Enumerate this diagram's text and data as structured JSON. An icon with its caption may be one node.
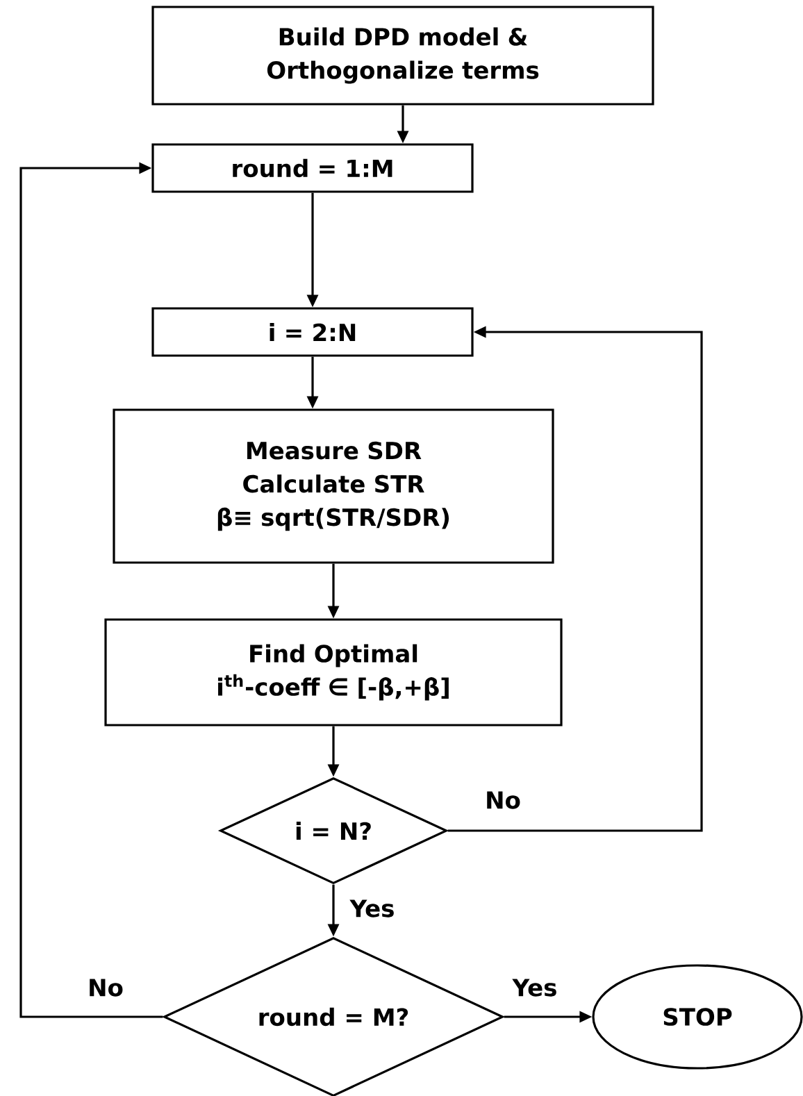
{
  "diagram": {
    "nodes": [
      {
        "text": [
          "Build DPD model & Orthogonalize terms"
        ]
      },
      {
        "text": [
          "round = 1:M"
        ]
      },
      {
        "text": [
          "i = 2:N"
        ]
      },
      {
        "text": [
          "Measure SDR",
          "Calculate STR",
          "β≡ sqrt(STR/SDR)"
        ]
      },
      {
        "text": [
          "Find Optimal",
          "i$^{th}$-coeff ∈ [-β,+β]"
        ]
      },
      {
        "text": [
          "i = N?"
        ]
      },
      {
        "text": [
          "round = M?"
        ]
      },
      {
        "text": [
          "STOP"
        ]
      }
    ],
    "edges": [
      {
        "from": 0,
        "to": 1,
        "arrow": "to"
      },
      {
        "from": 1,
        "to": 2,
        "arrow": "to"
      },
      {
        "from": 2,
        "to": 3,
        "arrow": "to"
      },
      {
        "from": 3,
        "to": 4,
        "arrow": "to"
      },
      {
        "from": 4,
        "to": 5,
        "arrow": "to"
      },
      {
        "from": 5,
        "to": 2,
        "arrow": "to",
        "label": "No"
      },
      {
        "from": 5,
        "to": 6,
        "arrow": "to",
        "label": "Yes"
      },
      {
        "from": 6,
        "to": 7,
        "arrow": "to",
        "label": "Yes"
      },
      {
        "from": 6,
        "to": 1,
        "arrow": "to",
        "label": "No"
      }
    ]
  }
}
